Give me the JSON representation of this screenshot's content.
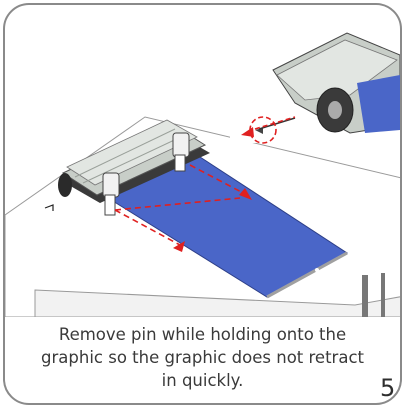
{
  "instruction": {
    "caption": "Remove pin while holding onto the graphic so the graphic does not retract in quickly.",
    "step_number": "5"
  },
  "colors": {
    "graphic_blue": "#4a66c8",
    "arrow_red": "#e02020",
    "frame_gray": "#8a8a8a"
  },
  "icons": [
    "zoom-inset",
    "release-pin",
    "pull-arrow"
  ]
}
